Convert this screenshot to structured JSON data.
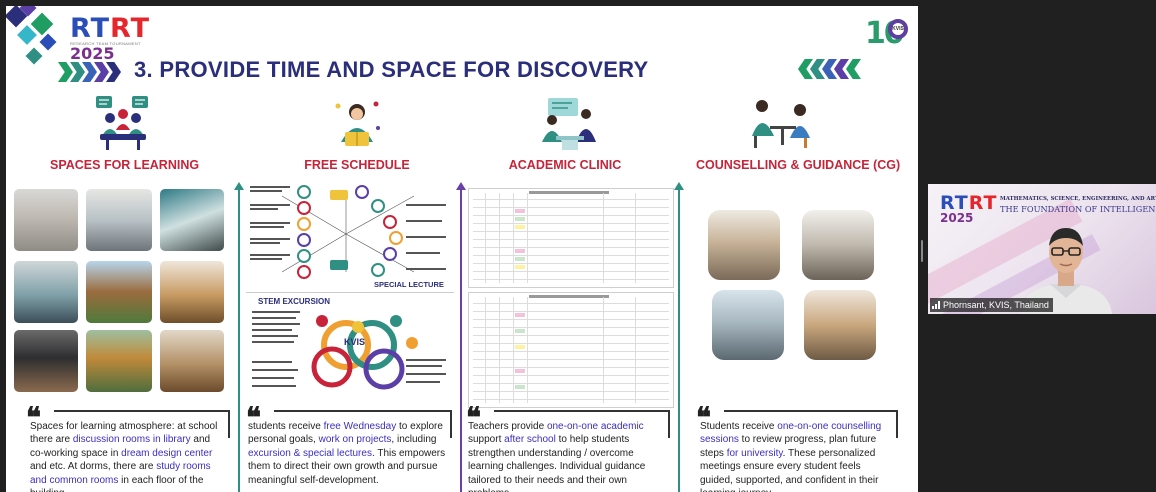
{
  "slide": {
    "logo": {
      "rtrt_blue": "RT",
      "rtrt_red": "RT",
      "tagline": "RESEARCH TEAM TOURNAMENT",
      "year": "2025"
    },
    "title": "3. PROVIDE TIME AND SPACE FOR DISCOVERY",
    "anniversary_badge": {
      "number": "10",
      "ring_text": "KVIS"
    },
    "columns": [
      {
        "heading": "SPACES FOR LEARNING",
        "quote_mark": "❝",
        "quote": [
          {
            "t": "Spaces for learning atmosphere: at school there are "
          },
          {
            "t": "discussion rooms in library",
            "hl": true
          },
          {
            "t": " and co-working space in "
          },
          {
            "t": "dream design center",
            "hl": true
          },
          {
            "t": " and etc. At dorms, there are "
          },
          {
            "t": "study rooms and common rooms",
            "hl": true
          },
          {
            "t": " in each floor of the building."
          }
        ]
      },
      {
        "heading": "FREE SCHEDULE",
        "poster_labels": {
          "special_lecture": "SPECIAL LECTURE",
          "stem_excursion": "STEM EXCURSION",
          "kvis": "KVIS"
        },
        "quote_mark": "❝",
        "quote": [
          {
            "t": "students receive "
          },
          {
            "t": "free Wednesday",
            "hl": true
          },
          {
            "t": " to explore personal goals, "
          },
          {
            "t": "work on projects",
            "hl": true
          },
          {
            "t": ", including "
          },
          {
            "t": "excursion & special lectures",
            "hl": true
          },
          {
            "t": ". This empowers them to direct their own growth and pursue meaningful self-development."
          }
        ]
      },
      {
        "heading": "ACADEMIC CLINIC",
        "quote_mark": "❝",
        "quote": [
          {
            "t": "Teachers provide "
          },
          {
            "t": "one-on-one academic",
            "hl": true
          },
          {
            "t": " support "
          },
          {
            "t": "after school",
            "hl": true
          },
          {
            "t": " to help students strengthen understanding / overcome learning challenges. Individual guidance tailored to their needs and their own problems."
          }
        ]
      },
      {
        "heading": "COUNSELLING & GUIDANCE (CG)",
        "quote_mark": "❝",
        "quote": [
          {
            "t": "Students receive "
          },
          {
            "t": "one-on-one counselling sessions",
            "hl": true
          },
          {
            "t": " to review progress, plan future steps "
          },
          {
            "t": "for university",
            "hl": true
          },
          {
            "t": ". These personalized meetings ensure every student feels guided, supported, and confident in their learning journey."
          }
        ]
      }
    ]
  },
  "video_tile": {
    "logo": {
      "rtrt_blue": "RT",
      "rtrt_red": "RT",
      "year": "2025"
    },
    "banner_line1": "MATHEMATICS, SCIENCE, ENGINEERING, AND ARTS:",
    "banner_line2": "THE FOUNDATION OF INTELLIGENCES",
    "participant_name": "Phornsant, KVIS, Thailand"
  },
  "colors": {
    "title": "#2b2e7a",
    "heading": "#c7243a",
    "highlight": "#3b2fbf",
    "chevron_green": "#1f9d62",
    "chevron_purple": "#5b3fa6",
    "divider_teal": "#2f8f83",
    "divider_purple": "#6b3fa8"
  }
}
